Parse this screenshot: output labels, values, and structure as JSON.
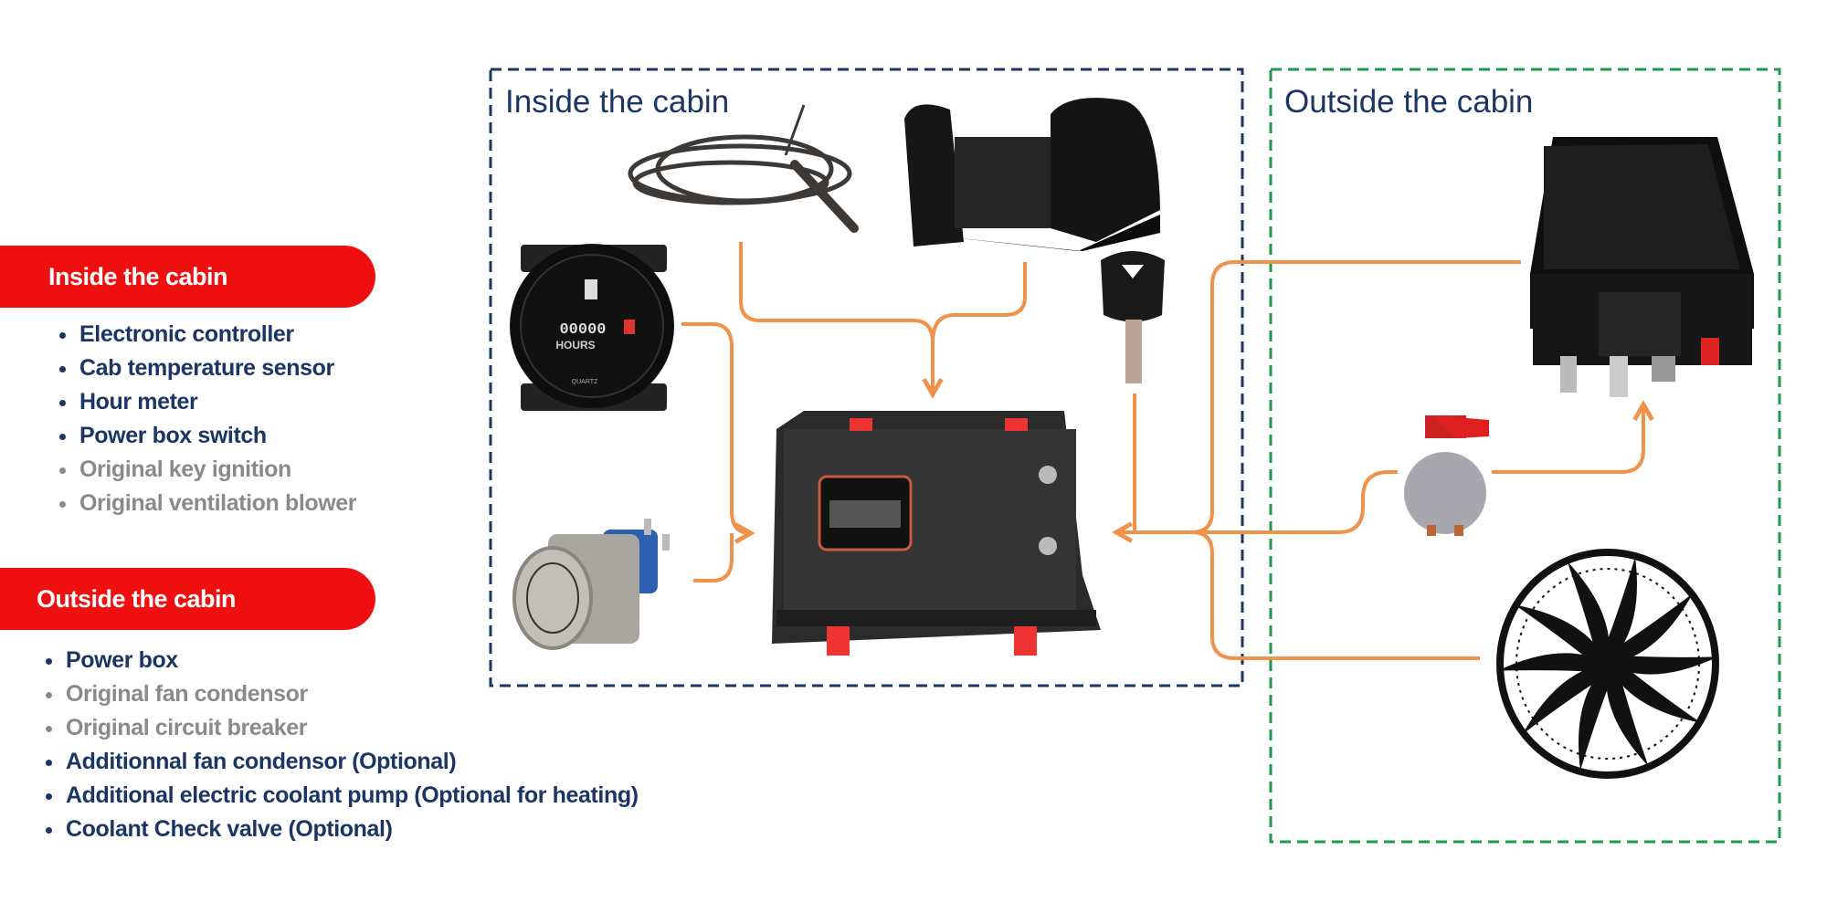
{
  "left_panel": {
    "inside": {
      "heading": "Inside the cabin",
      "items": [
        {
          "label": "Electronic controller",
          "style": "primary"
        },
        {
          "label": "Cab temperature sensor",
          "style": "primary"
        },
        {
          "label": "Hour meter",
          "style": "primary"
        },
        {
          "label": "Power box switch",
          "style": "primary"
        },
        {
          "label": "Original key ignition",
          "style": "original"
        },
        {
          "label": "Original ventilation blower",
          "style": "original"
        }
      ]
    },
    "outside": {
      "heading": "Outside the cabin",
      "items": [
        {
          "label": "Power box",
          "style": "primary"
        },
        {
          "label": "Original fan condensor",
          "style": "original"
        },
        {
          "label": "Original circuit breaker",
          "style": "original"
        },
        {
          "label": "Additionnal fan condensor (Optional)",
          "style": "primary"
        },
        {
          "label": "Additional electric coolant pump (Optional for heating)",
          "style": "primary"
        },
        {
          "label": "Coolant Check valve (Optional)",
          "style": "primary"
        }
      ]
    }
  },
  "diagram": {
    "inside_box": {
      "title": "Inside the cabin",
      "border_color": "#1b3564"
    },
    "outside_box": {
      "title": "Outside the cabin",
      "border_color": "#1e9a4a"
    },
    "hour_meter_photo": {
      "digits": "00000",
      "unit": "HOURS",
      "brand": "QUARTZ"
    },
    "components": [
      "temperature-sensor-cable",
      "ventilation-blower",
      "hour-meter",
      "power-box-switch",
      "ignition-key",
      "electronic-controller",
      "power-box",
      "circuit-breaker",
      "condenser-fan"
    ],
    "connector_color": "#f0924a"
  },
  "colors": {
    "heading_bg": "#ef0f0f",
    "primary_text": "#1b3564",
    "original_text": "#8a8a8a"
  }
}
